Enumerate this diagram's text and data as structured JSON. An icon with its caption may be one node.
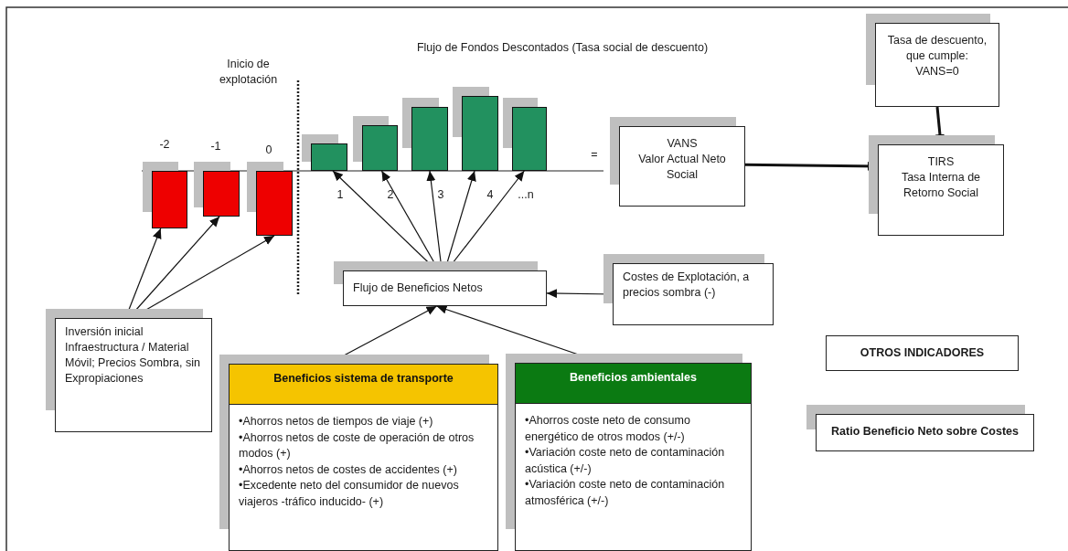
{
  "diagram": {
    "nodes": [
      {
        "text": [],
        "shape": "bar",
        "beside": [
          "-2"
        ]
      },
      {
        "text": [],
        "shape": "bar",
        "beside": [
          "-1"
        ]
      },
      {
        "text": [],
        "shape": "bar",
        "beside": [
          "0"
        ]
      },
      {
        "text": [],
        "shape": "bar",
        "beside": [
          "1"
        ]
      },
      {
        "text": [],
        "shape": "bar",
        "beside": [
          "2"
        ]
      },
      {
        "text": [],
        "shape": "bar",
        "beside": [
          "3"
        ]
      },
      {
        "text": [],
        "shape": "bar",
        "beside": [
          "4"
        ]
      },
      {
        "text": [],
        "shape": "bar",
        "beside": [
          "...n"
        ]
      },
      {
        "text": [
          "VANS",
          "Valor Actual Neto Social"
        ]
      },
      {
        "text": [
          "Tasa de descuento, que cumple: VANS=0"
        ]
      },
      {
        "text": [
          "TIRS",
          "Tasa Interna de Retorno Social"
        ]
      },
      {
        "text": [
          "Flujo de Beneficios Netos"
        ]
      },
      {
        "text": [
          "Costes de Explotación, a precios sombra  (-)"
        ]
      },
      {
        "text": [
          "Inversión inicial Infraestructura / Material Móvil; Precios Sombra, sin Expropiaciones"
        ]
      },
      {
        "text": [
          "Beneficios sistema de transporte",
          "•Ahorros netos de tiempos de viaje (+)",
          "•Ahorros netos de coste de operación de otros modos (+)",
          "•Ahorros netos de costes de accidentes (+)",
          "•Excedente neto del consumidor de nuevos viajeros -tráfico inducido- (+)"
        ]
      },
      {
        "text": [
          "Beneficios ambientales",
          "•Ahorros coste neto de consumo energético de otros modos (+/-)",
          "•Variación coste neto de contaminación acústica (+/-)",
          "•Variación coste neto de contaminación atmosférica (+/-)"
        ]
      },
      {
        "text": [
          "OTROS INDICADORES"
        ]
      },
      {
        "text": [
          "Ratio Beneficio Neto sobre Costes"
        ]
      }
    ],
    "edges": [
      {
        "from": 13,
        "to": 0,
        "arrow": "to"
      },
      {
        "from": 13,
        "to": 1,
        "arrow": "to"
      },
      {
        "from": 13,
        "to": 2,
        "arrow": "to"
      },
      {
        "from": 11,
        "to": 3,
        "arrow": "to"
      },
      {
        "from": 11,
        "to": 4,
        "arrow": "to"
      },
      {
        "from": 11,
        "to": 5,
        "arrow": "to"
      },
      {
        "from": 11,
        "to": 6,
        "arrow": "to"
      },
      {
        "from": 11,
        "to": 7,
        "arrow": "to"
      },
      {
        "from": 12,
        "to": 11,
        "arrow": "to"
      },
      {
        "from": 14,
        "to": 11,
        "arrow": "to"
      },
      {
        "from": 15,
        "to": 11,
        "arrow": "to"
      },
      {
        "from": 8,
        "to": 10,
        "arrow": "to",
        "style": "thick"
      },
      {
        "from": 9,
        "to": 10,
        "arrow": "to",
        "style": "thick"
      }
    ],
    "labels": [
      "Flujo de Fondos Descontados (Tasa social de descuento)",
      "Inicio de explotación",
      "="
    ]
  }
}
